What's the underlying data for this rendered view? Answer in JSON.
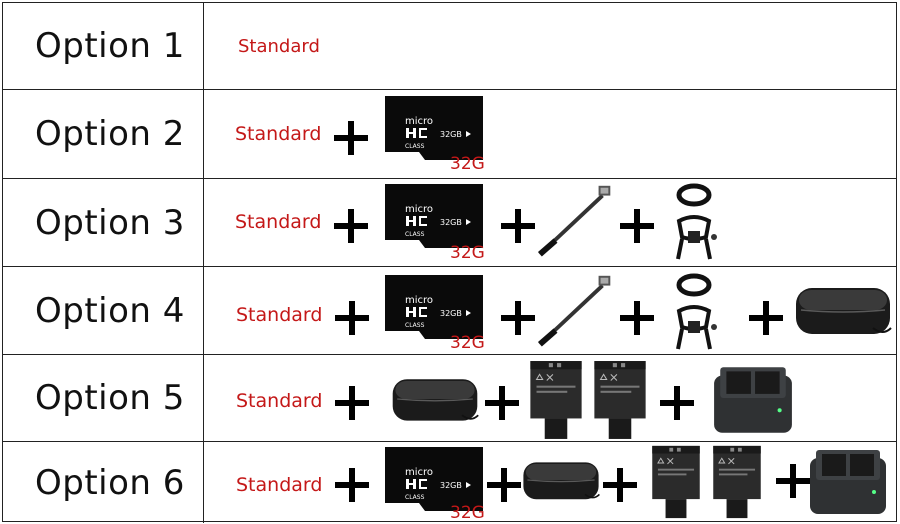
{
  "rows": [
    {
      "label": "Option 1"
    },
    {
      "label": "Option 2"
    },
    {
      "label": "Option 3"
    },
    {
      "label": "Option 4"
    },
    {
      "label": "Option 5"
    },
    {
      "label": "Option 6"
    }
  ],
  "standard_label": "Standard",
  "sd_card": {
    "brand_top": "micro",
    "brand_hc": "HC",
    "capacity_text": "32GB",
    "class_text": "CLASS",
    "caption": "32G"
  },
  "colors": {
    "accent_red": "#c41818",
    "border": "#222222",
    "card": "#0a0a0a"
  },
  "icons": [
    "plus-icon",
    "sd-card-icon",
    "selfie-stick-icon",
    "head-chest-mount-icon",
    "carry-case-icon",
    "battery-icon",
    "dual-charger-icon"
  ]
}
